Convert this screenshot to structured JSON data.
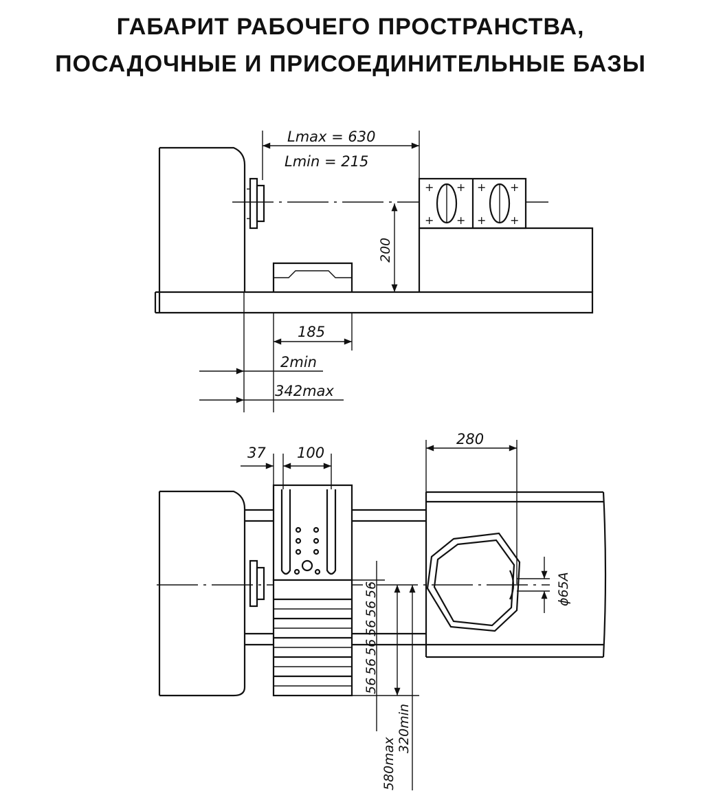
{
  "title": {
    "line1": "ГАБАРИТ РАБОЧЕГО ПРОСТРАНСТВА,",
    "line2": "ПОСАДОЧНЫЕ  И  ПРИСОЕДИНИТЕЛЬНЫЕ  БАЗЫ"
  },
  "top_view": {
    "dims": {
      "lmax": "Lmax = 630",
      "lmin": "Lmin = 215",
      "height": "200",
      "width_185": "185",
      "min_2": "2min",
      "max_342": "342max"
    }
  },
  "bottom_view": {
    "dims": {
      "d37": "37",
      "d100": "100",
      "d280": "280",
      "phi": "ϕ65A",
      "s56": [
        "56",
        "56",
        "56",
        "56",
        "56",
        "56"
      ],
      "max580": "580max",
      "min320": "320min"
    }
  }
}
